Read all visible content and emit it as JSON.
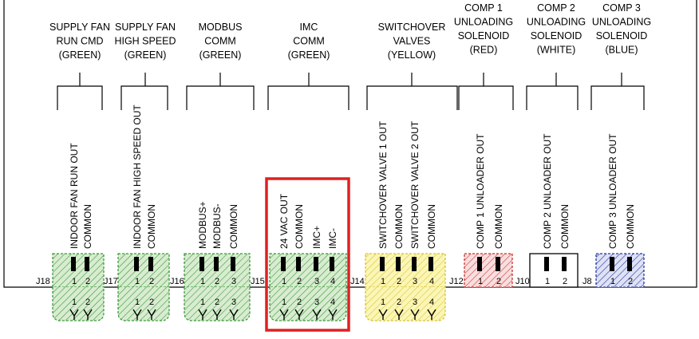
{
  "colors": {
    "green": "#3f9a3f",
    "green_fill": "#d8ecd0",
    "yellow": "#d8c43a",
    "yellow_fill": "#fbf6b5",
    "red": "#cc3333",
    "red_fill": "#f8dede",
    "blue": "#2b3a9e",
    "blue_fill": "#dfe2f5",
    "white_fill": "#ffffff",
    "highlight": "#e02020"
  },
  "groups": [
    {
      "id": "supply-fan-run-cmd",
      "header": [
        "SUPPLY FAN",
        "RUN CMD",
        "(GREEN)"
      ],
      "connector": "J18",
      "color": "green",
      "pins": [
        "INDOOR FAN RUN OUT",
        "COMMON"
      ],
      "numbers": [
        "1",
        "2"
      ],
      "plug": true
    },
    {
      "id": "supply-fan-high-speed",
      "header": [
        "SUPPLY FAN",
        "HIGH SPEED",
        "(GREEN)"
      ],
      "connector": "J17",
      "color": "green",
      "pins": [
        "INDOOR FAN HIGH SPEED OUT",
        "COMMON"
      ],
      "numbers": [
        "1",
        "2"
      ],
      "plug": true
    },
    {
      "id": "modbus-comm",
      "header": [
        "MODBUS",
        "COMM",
        "(GREEN)"
      ],
      "connector": "J16",
      "color": "green",
      "pins": [
        "MODBUS+",
        "MODBUS-",
        "COMMON"
      ],
      "numbers": [
        "1",
        "2",
        "3"
      ],
      "plug": true
    },
    {
      "id": "imc-comm",
      "header": [
        "IMC",
        "COMM",
        "(GREEN)"
      ],
      "connector": "J15",
      "color": "green",
      "pins": [
        "24 VAC OUT",
        "COMMON",
        "IMC+",
        "IMC-"
      ],
      "numbers": [
        "1",
        "2",
        "3",
        "4"
      ],
      "plug": true,
      "highlight": true
    },
    {
      "id": "switchover-valves",
      "header": [
        "SWITCHOVER",
        "VALVES",
        "(YELLOW)"
      ],
      "connector": "J14",
      "color": "yellow",
      "pins": [
        "SWITCHOVER VALVE 1 OUT",
        "COMMON",
        "SWITCHOVER VALVE 2 OUT",
        "COMMON"
      ],
      "numbers": [
        "1",
        "2",
        "3",
        "4"
      ],
      "plug": true
    },
    {
      "id": "comp1-unloading",
      "header": [
        "COMP 1",
        "UNLOADING",
        "SOLENOID",
        "(RED)"
      ],
      "connector": "J12",
      "color": "red",
      "pins": [
        "COMP 1 UNLOADER OUT",
        "COMMON"
      ],
      "numbers": [
        "1",
        "2"
      ],
      "plug": false
    },
    {
      "id": "comp2-unloading",
      "header": [
        "COMP 2",
        "UNLOADING",
        "SOLENOID",
        "(WHITE)"
      ],
      "connector": "J10",
      "color": "white",
      "pins": [
        "COMP 2 UNLOADER OUT",
        "COMMON"
      ],
      "numbers": [
        "1",
        "2"
      ],
      "plug": false
    },
    {
      "id": "comp3-unloading",
      "header": [
        "COMP 3",
        "UNLOADING",
        "SOLENOID",
        "(BLUE)"
      ],
      "connector": "J8",
      "color": "blue",
      "pins": [
        "COMP 3 UNLOADER OUT",
        "COMMON"
      ],
      "numbers": [
        "1",
        "2"
      ],
      "plug": false
    }
  ]
}
